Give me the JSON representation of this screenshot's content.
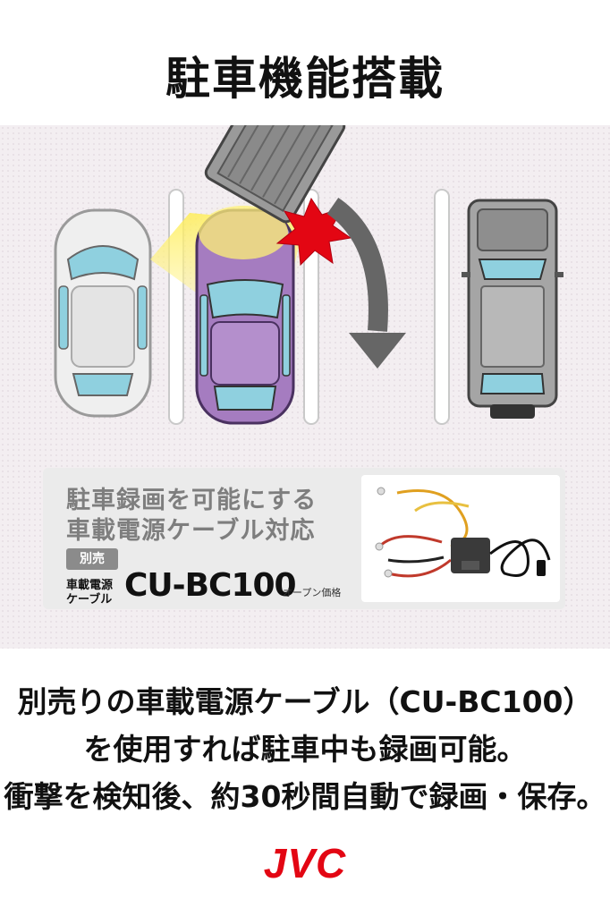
{
  "title": "駐車機能搭載",
  "panel": {
    "heading_line1": "駐車録画を可能にする",
    "heading_line2": "車載電源ケーブル対応",
    "badge": "別売",
    "product_label_line1": "車載電源",
    "product_label_line2": "ケーブル",
    "model": "CU-BC100",
    "price": "オープン価格"
  },
  "description": {
    "line1": "別売りの車載電源ケーブル（CU-BC100）",
    "line2": "を使用すれば駐車中も録画可能。",
    "line3": "衝撃を検知後、約30秒間自動で録画・保存。"
  },
  "logo": "JVC",
  "colors": {
    "accent_red": "#e30613",
    "highlight_car": "#a57cc0",
    "background": "#f3eef1"
  }
}
